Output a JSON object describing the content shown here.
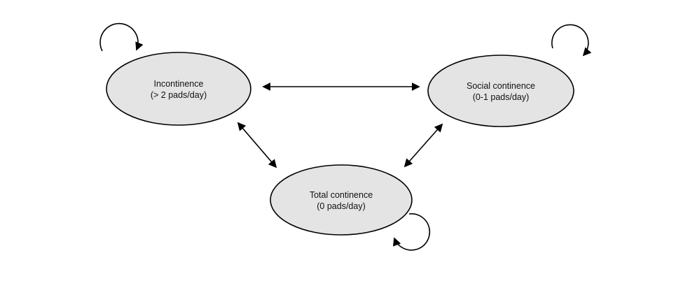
{
  "diagram": {
    "type": "state-transition-diagram",
    "colors": {
      "state_fill": "#e4e4e4",
      "state_stroke": "#000000",
      "arrow": "#000000",
      "background": "#ffffff"
    },
    "states": [
      {
        "id": "incontinence",
        "line1": "Incontinence",
        "line2": "(> 2 pads/day)"
      },
      {
        "id": "social-continence",
        "line1": "Social continence",
        "line2": "(0-1 pads/day)"
      },
      {
        "id": "total-continence",
        "line1": "Total continence",
        "line2": "(0 pads/day)"
      }
    ],
    "transitions": [
      {
        "from": "incontinence",
        "to": "social-continence",
        "bidirectional": true
      },
      {
        "from": "incontinence",
        "to": "total-continence",
        "bidirectional": true
      },
      {
        "from": "social-continence",
        "to": "total-continence",
        "bidirectional": true
      },
      {
        "from": "incontinence",
        "to": "incontinence",
        "self_loop": true
      },
      {
        "from": "social-continence",
        "to": "social-continence",
        "self_loop": true
      },
      {
        "from": "total-continence",
        "to": "total-continence",
        "self_loop": true
      }
    ]
  }
}
